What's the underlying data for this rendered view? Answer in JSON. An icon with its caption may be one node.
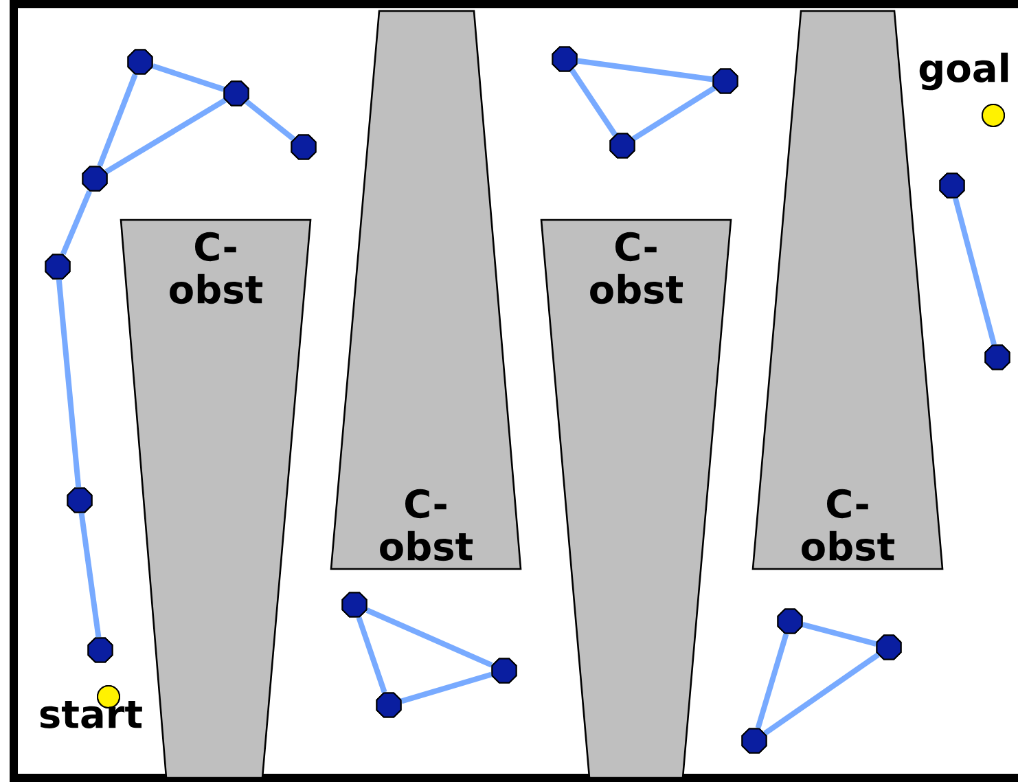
{
  "diagram": {
    "nodes": [
      {
        "text": [
          "C-obst"
        ]
      },
      {
        "text": [
          "C-obst"
        ]
      },
      {
        "text": [
          "C-obst"
        ]
      },
      {
        "text": [
          "C-obst"
        ]
      },
      {
        "text": [],
        "shape": "octagon"
      },
      {
        "text": [],
        "shape": "octagon"
      },
      {
        "text": [],
        "shape": "octagon"
      },
      {
        "text": [],
        "shape": "octagon"
      },
      {
        "text": [],
        "shape": "octagon"
      },
      {
        "text": [],
        "shape": "octagon"
      },
      {
        "text": [],
        "shape": "octagon"
      },
      {
        "text": [],
        "shape": "circle",
        "beside": [
          "start"
        ]
      },
      {
        "text": [],
        "shape": "octagon"
      },
      {
        "text": [],
        "shape": "octagon"
      },
      {
        "text": [],
        "shape": "octagon"
      },
      {
        "text": [],
        "shape": "circle",
        "beside": [
          "goal"
        ]
      },
      {
        "text": [],
        "shape": "octagon"
      },
      {
        "text": [],
        "shape": "octagon"
      },
      {
        "text": [],
        "shape": "octagon"
      },
      {
        "text": [],
        "shape": "octagon"
      },
      {
        "text": [],
        "shape": "octagon"
      },
      {
        "text": [],
        "shape": "octagon"
      },
      {
        "text": [],
        "shape": "octagon"
      },
      {
        "text": [],
        "shape": "octagon"
      }
    ],
    "edges": [
      {
        "from": 4,
        "to": 5,
        "arrow": "none"
      },
      {
        "from": 5,
        "to": 6,
        "arrow": "none"
      },
      {
        "from": 4,
        "to": 7,
        "arrow": "none"
      },
      {
        "from": 7,
        "to": 5,
        "arrow": "none"
      },
      {
        "from": 7,
        "to": 8,
        "arrow": "none"
      },
      {
        "from": 8,
        "to": 9,
        "arrow": "none"
      },
      {
        "from": 9,
        "to": 10,
        "arrow": "none"
      },
      {
        "from": 12,
        "to": 13,
        "arrow": "none"
      },
      {
        "from": 12,
        "to": 14,
        "arrow": "none"
      },
      {
        "from": 14,
        "to": 13,
        "arrow": "none"
      },
      {
        "from": 16,
        "to": 17,
        "arrow": "none"
      },
      {
        "from": 18,
        "to": 19,
        "arrow": "none"
      },
      {
        "from": 19,
        "to": 20,
        "arrow": "none"
      },
      {
        "from": 20,
        "to": 18,
        "arrow": "none"
      },
      {
        "from": 21,
        "to": 22,
        "arrow": "none"
      },
      {
        "from": 22,
        "to": 23,
        "arrow": "none"
      },
      {
        "from": 23,
        "to": 21,
        "arrow": "none"
      }
    ]
  }
}
